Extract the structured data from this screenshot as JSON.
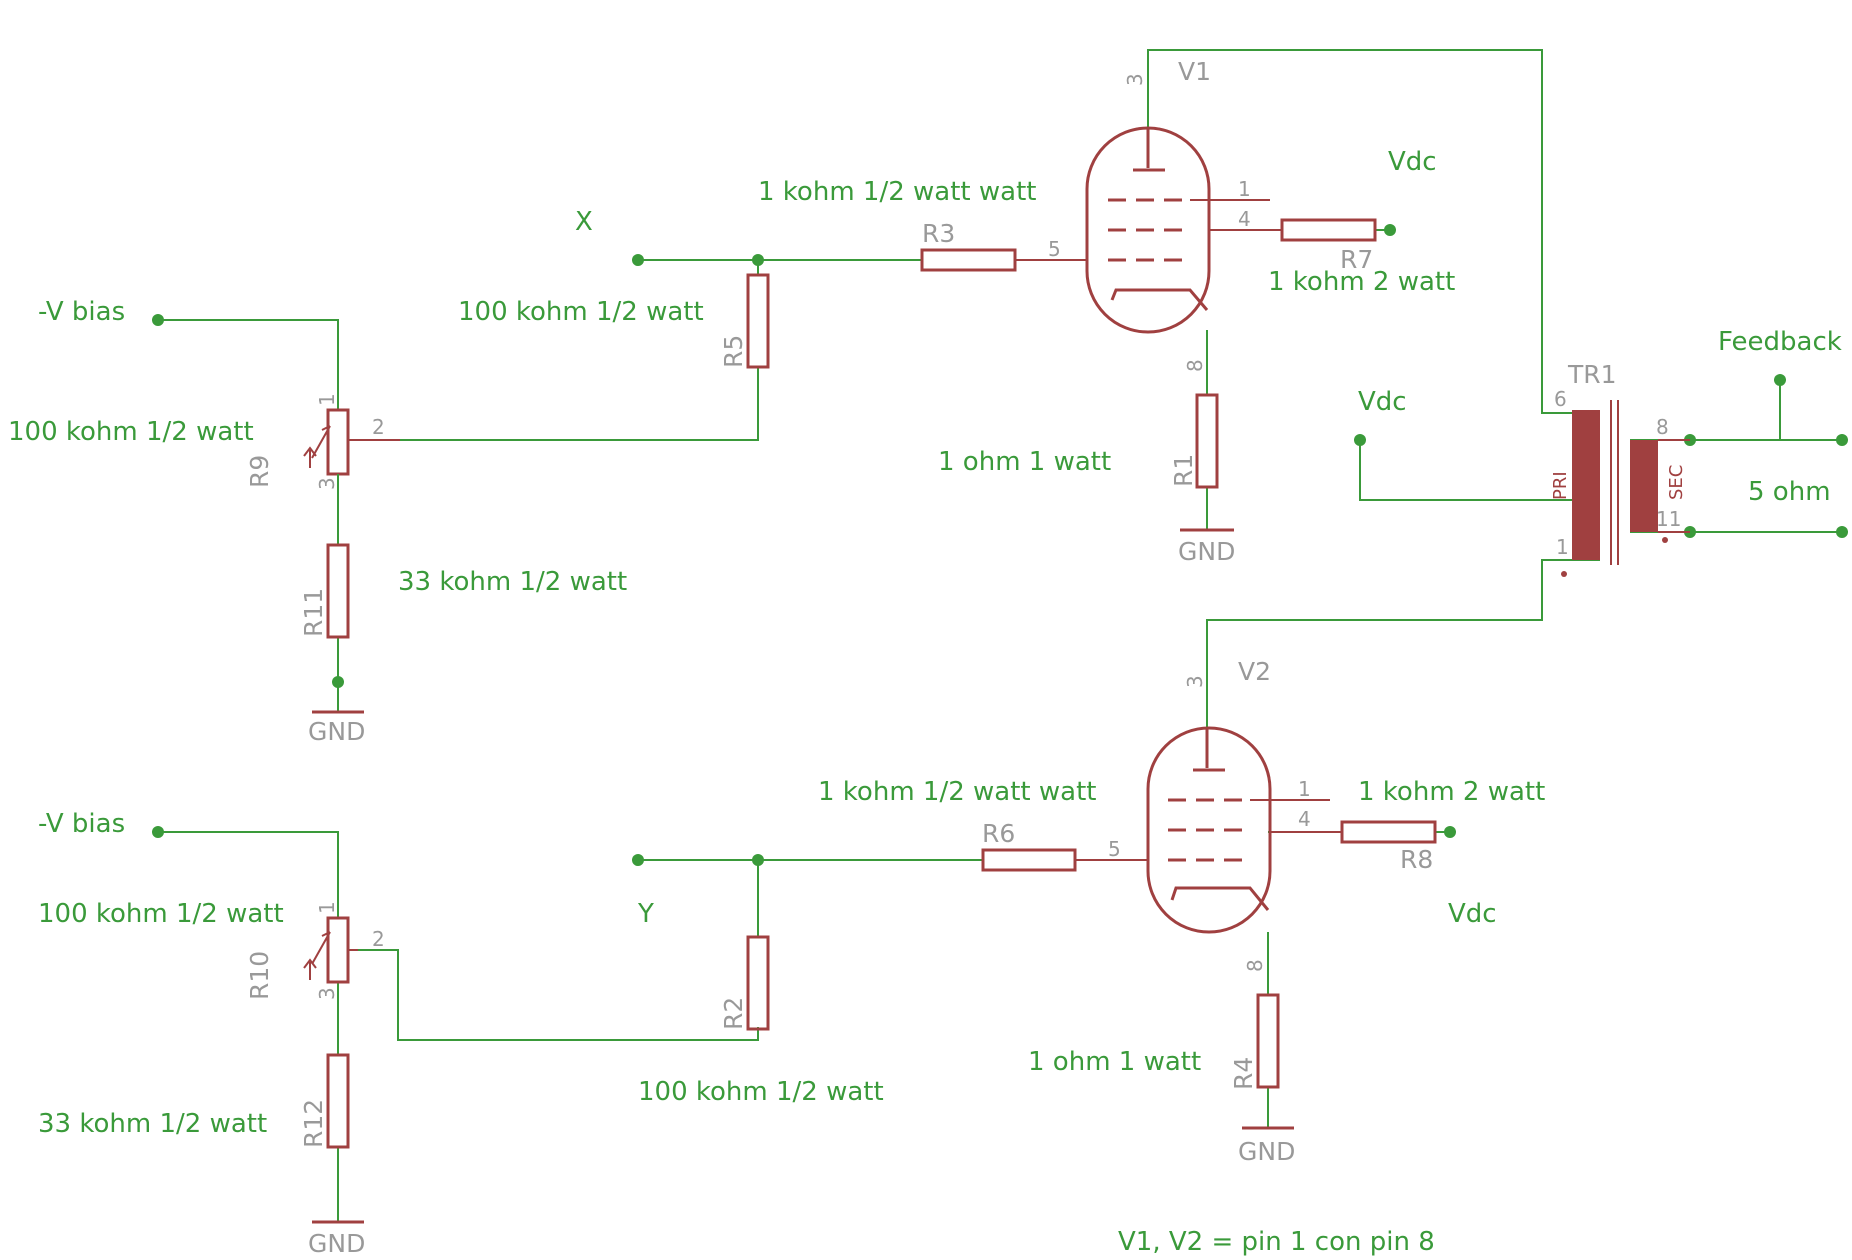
{
  "labels": {
    "v_bias_top": "-V bias",
    "v_bias_bottom": "-V bias",
    "net_x": "X",
    "net_y": "Y",
    "r9_val": "100 kohm 1/2 watt",
    "r10_val": "100 kohm 1/2 watt",
    "r11_val": "33 kohm 1/2 watt",
    "r12_val": "33 kohm 1/2 watt",
    "r5_val": "100 kohm 1/2 watt",
    "r2_val": "100 kohm 1/2 watt",
    "r3_val": "1 kohm 1/2 watt watt",
    "r6_val": "1 kohm 1/2 watt watt",
    "r7_val": "1 kohm 2 watt",
    "r8_val": "1 kohm 2 watt",
    "r1_val": "1 ohm 1 watt",
    "r4_val": "1 ohm 1 watt",
    "vdc_top": "Vdc",
    "vdc_mid": "Vdc",
    "vdc_bottom": "Vdc",
    "feedback": "Feedback",
    "speaker": "5 ohm",
    "note": "V1, V2 = pin 1 con pin 8"
  },
  "refs": {
    "v1": "V1",
    "v2": "V2",
    "tr1": "TR1",
    "r1": "R1",
    "r2": "R2",
    "r3": "R3",
    "r4": "R4",
    "r5": "R5",
    "r6": "R6",
    "r7": "R7",
    "r8": "R8",
    "r9": "R9",
    "r10": "R10",
    "r11": "R11",
    "r12": "R12",
    "gnd1": "GND",
    "gnd2": "GND",
    "gnd3": "GND",
    "gnd4": "GND",
    "pri": "PRI",
    "sec": "SEC"
  },
  "pins": {
    "v1_p3": "3",
    "v1_p1": "1",
    "v1_p4": "4",
    "v1_p5": "5",
    "v1_p8": "8",
    "v2_p3": "3",
    "v2_p1": "1",
    "v2_p4": "4",
    "v2_p5": "5",
    "v2_p8": "8",
    "r9_p1": "1",
    "r9_p2": "2",
    "r9_p3": "3",
    "r10_p1": "1",
    "r10_p2": "2",
    "r10_p3": "3",
    "tr_p6": "6",
    "tr_p1": "1",
    "tr_p8": "8",
    "tr_p11": "11"
  }
}
